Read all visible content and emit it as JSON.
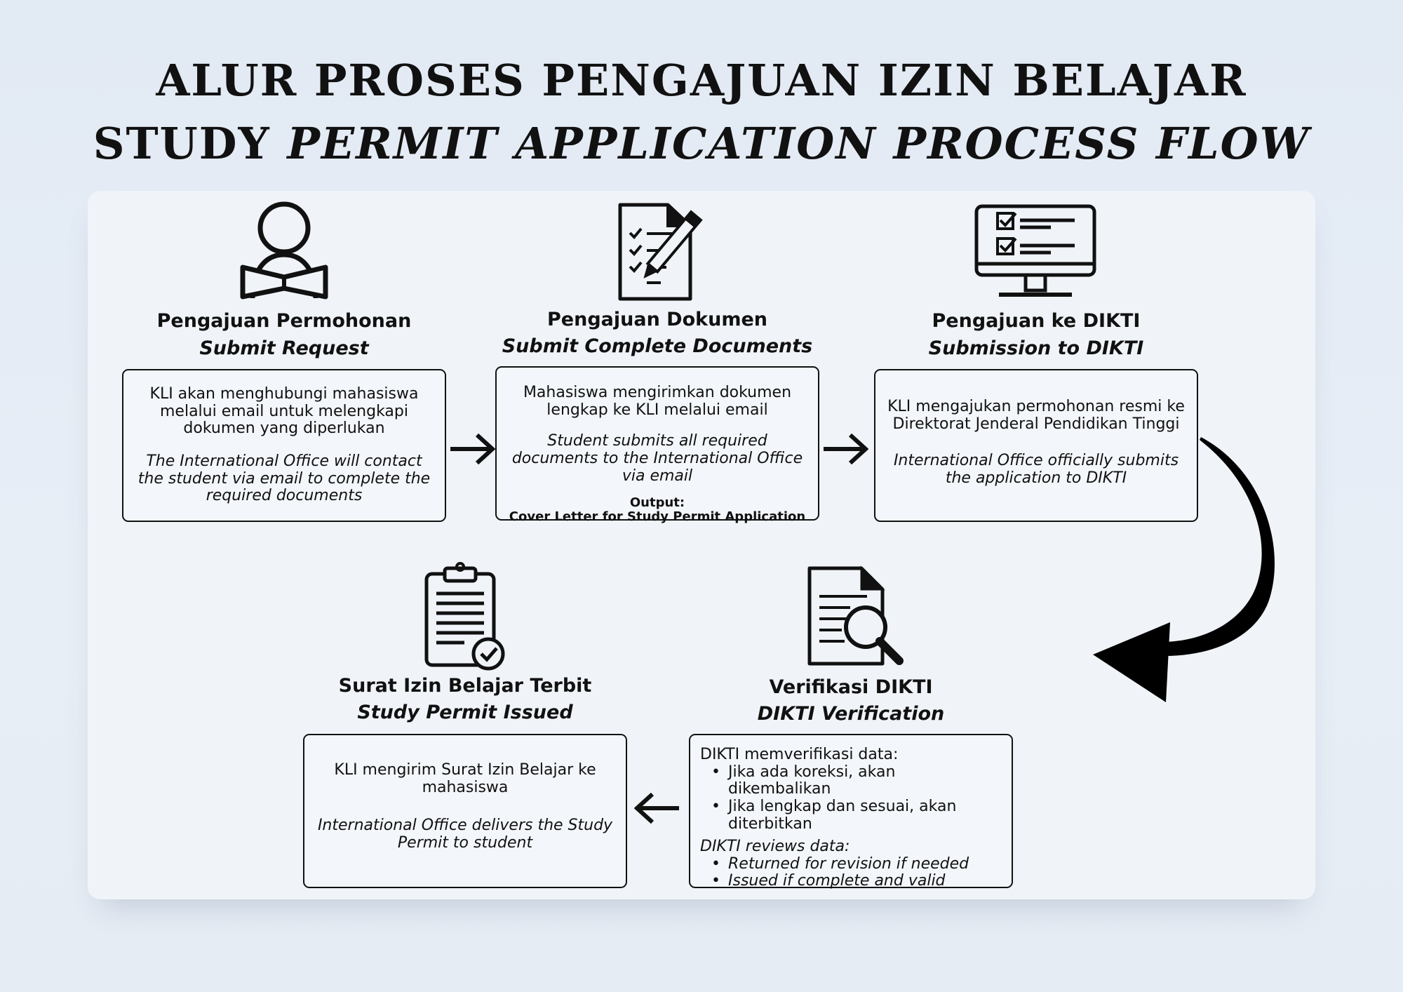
{
  "title": {
    "line1": "ALUR PROSES PENGAJUAN IZIN BELAJAR",
    "line2_plain": "STUDY ",
    "line2_italic": "PERMIT APPLICATION PROCESS FLOW"
  },
  "steps": [
    {
      "title": "Pengajuan Permohonan",
      "subtitle": "Submit Request",
      "id_text": "KLI akan menghubungi mahasiswa melalui email untuk melengkapi dokumen yang diperlukan",
      "en_text": "The International Office will contact the student via email to complete the required documents"
    },
    {
      "title": "Pengajuan Dokumen",
      "subtitle": "Submit Complete Documents",
      "id_text": "Mahasiswa mengirimkan dokumen lengkap ke KLI melalui email",
      "en_text": "Student submits all required documents to the International Office via email",
      "output_label": "Output:",
      "output_value": "Cover Letter for Study Permit Application"
    },
    {
      "title": "Pengajuan ke DIKTI",
      "subtitle": "Submission to DIKTI",
      "id_text": "KLI mengajukan permohonan resmi ke Direktorat Jenderal Pendidikan Tinggi",
      "en_text": "International Office officially submits the application to DIKTI"
    },
    {
      "title": "Verifikasi DIKTI",
      "subtitle": "DIKTI Verification",
      "id_heading": "DIKTI memverifikasi data:",
      "id_items": [
        "Jika ada koreksi, akan dikembalikan",
        "Jika lengkap dan sesuai, akan diterbitkan"
      ],
      "en_heading": "DIKTI reviews data:",
      "en_items": [
        "Returned for revision if needed",
        "Issued if complete and valid"
      ]
    },
    {
      "title": "Surat Izin Belajar Terbit",
      "subtitle": "Study Permit Issued",
      "id_text": "KLI mengirim Surat Izin Belajar ke mahasiswa",
      "en_text": "International Office delivers the Study Permit to student"
    }
  ],
  "icons": [
    "reader-icon",
    "document-pen-icon",
    "monitor-checklist-icon",
    "document-search-icon",
    "clipboard-check-icon"
  ],
  "colors": {
    "background": "#e4ebf4",
    "panel": "#f0f4f9",
    "ink": "#111111"
  }
}
